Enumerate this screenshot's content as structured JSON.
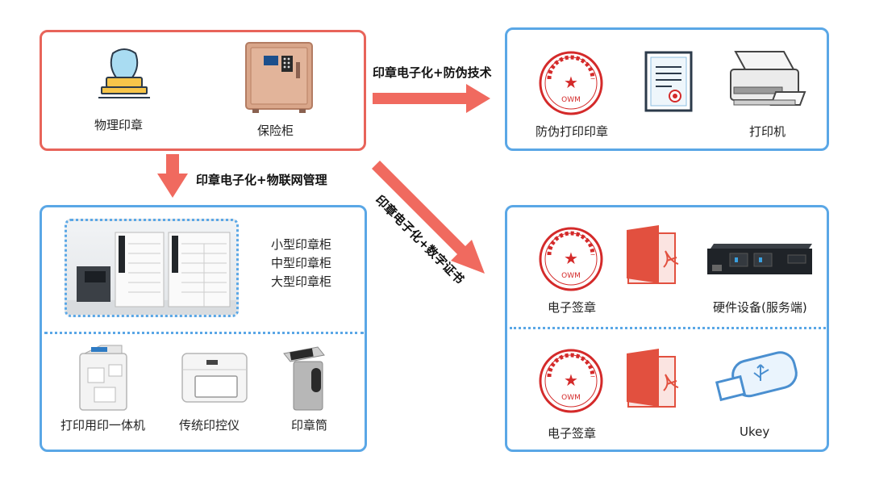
{
  "source_box": {
    "items": [
      {
        "label": "物理印章",
        "icon": "stamp-icon"
      },
      {
        "label": "保险柜",
        "icon": "safe-icon"
      }
    ]
  },
  "arrows": {
    "right": "印章电子化+防伪技术",
    "down": "印章电子化+物联网管理",
    "diagonal": "印章电子化+数字证书"
  },
  "anticounterfeit_box": {
    "items": [
      {
        "label": "防伪打印印章",
        "icon": "red-seal-icon"
      },
      {
        "label": "",
        "icon": "certificate-document-icon"
      },
      {
        "label": "打印机",
        "icon": "printer-icon"
      }
    ]
  },
  "iot_box": {
    "cabinet_types": [
      "小型印章柜",
      "中型印章柜",
      "大型印章柜"
    ],
    "devices": [
      {
        "label": "打印用印一体机",
        "icon": "print-seal-machine-icon"
      },
      {
        "label": "传统印控仪",
        "icon": "seal-control-device-icon"
      },
      {
        "label": "印章筒",
        "icon": "seal-tube-icon"
      }
    ]
  },
  "certificate_box": {
    "rows": [
      {
        "seal_label": "电子签章",
        "device_label": "硬件设备(服务端)",
        "device_icon": "server-hardware-icon"
      },
      {
        "seal_label": "电子签章",
        "device_label": "Ukey",
        "device_icon": "usb-key-icon"
      }
    ]
  },
  "seal_text": {
    "center": "★",
    "bottom": "OWM"
  },
  "colors": {
    "red": "#e8645a",
    "blue": "#5aa7e6",
    "seal_red": "#d42a2a"
  }
}
